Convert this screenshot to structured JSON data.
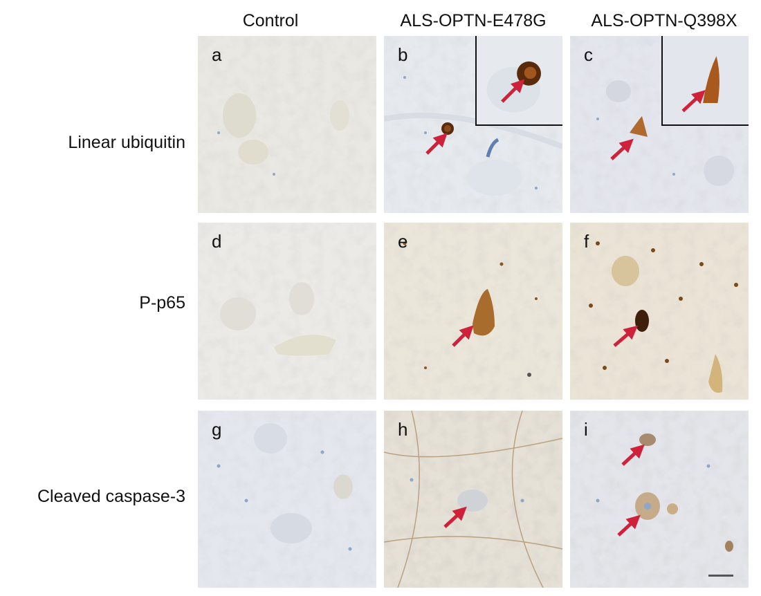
{
  "columns": [
    "Control",
    "ALS-OPTN-E478G",
    "ALS-OPTN-Q398X"
  ],
  "rows": [
    "Linear ubiquitin",
    "P-p65",
    "Cleaved caspase-3"
  ],
  "panels": [
    "a",
    "b",
    "c",
    "d",
    "e",
    "f",
    "g",
    "h",
    "i"
  ],
  "colors": {
    "arrow": "#d0213a",
    "dab_brown": "#7a3a12",
    "hematoxylin_blue": "#8ea7c8"
  }
}
